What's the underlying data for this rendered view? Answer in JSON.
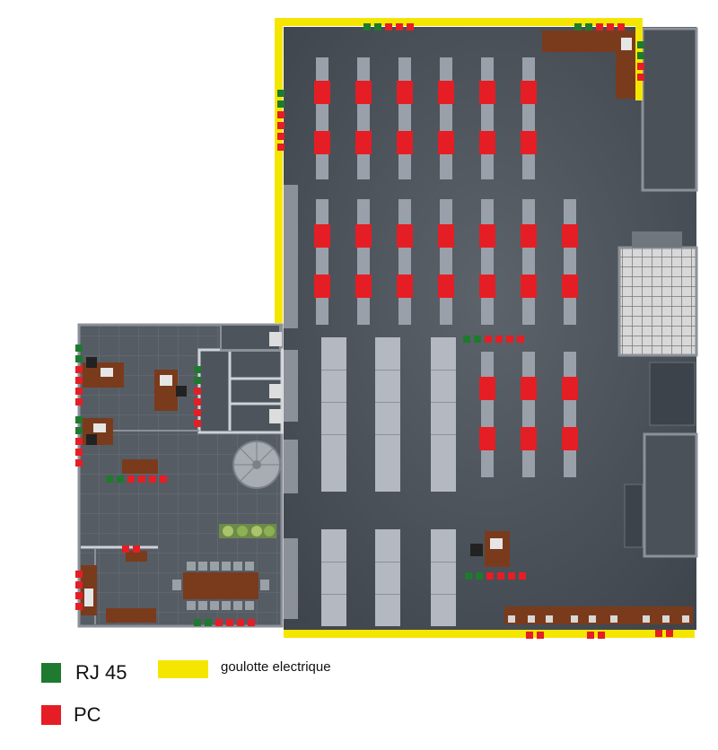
{
  "plan": {
    "colors": {
      "rj45": "#1e7a2e",
      "pc": "#e41e24",
      "goulotte": "#f5e600",
      "floor": "#4a5058",
      "floor_tile": "#5a6068",
      "wall": "#8c9098",
      "rack": "#9aa0aa",
      "desk_wood": "#7a3b1c",
      "chair": "#222222"
    }
  },
  "legend": {
    "rj45_label": "RJ 45",
    "pc_label": "PC",
    "goulotte_label": "goulotte electrique"
  }
}
